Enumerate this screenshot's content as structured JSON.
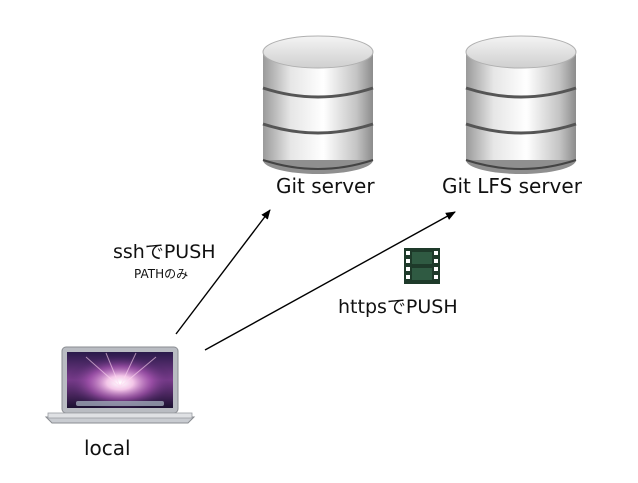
{
  "nodes": {
    "git_server": {
      "label": "Git server"
    },
    "git_lfs_server": {
      "label": "Git LFS server"
    },
    "local": {
      "label": "local"
    }
  },
  "edges": {
    "ssh": {
      "label": "sshでPUSH",
      "sublabel": "PATHのみ"
    },
    "https": {
      "label": "httpsでPUSH"
    }
  },
  "icons": {
    "server": "database-server-icon",
    "laptop": "laptop-icon",
    "file": "film-strip-icon"
  },
  "colors": {
    "arrow": "#000000",
    "server_silver": "#d9d9d9",
    "film": "#1e3a2a"
  }
}
